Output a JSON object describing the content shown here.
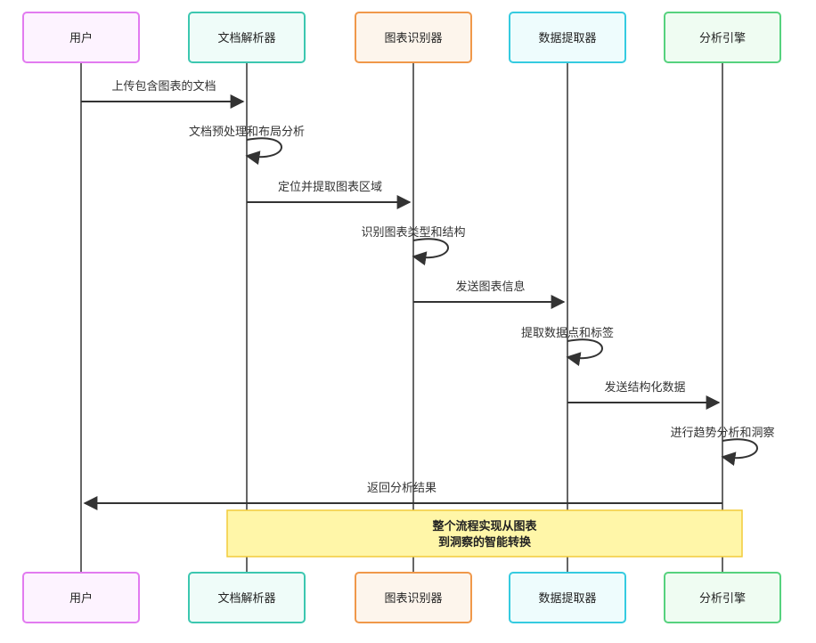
{
  "participants": [
    {
      "id": "user",
      "label": "用户",
      "fill": "#fdf3ff",
      "stroke": "#e27bf0"
    },
    {
      "id": "parser",
      "label": "文档解析器",
      "fill": "#effcf9",
      "stroke": "#3cc7b0"
    },
    {
      "id": "recognizer",
      "label": "图表识别器",
      "fill": "#fdf5ec",
      "stroke": "#f0984a"
    },
    {
      "id": "extractor",
      "label": "数据提取器",
      "fill": "#eefcfd",
      "stroke": "#35cbe0"
    },
    {
      "id": "engine",
      "label": "分析引擎",
      "fill": "#effcf2",
      "stroke": "#56d27e"
    }
  ],
  "messages": [
    {
      "from": "user",
      "to": "parser",
      "label": "上传包含图表的文档"
    },
    {
      "from": "parser",
      "to": "parser",
      "label": "文档预处理和布局分析"
    },
    {
      "from": "parser",
      "to": "recognizer",
      "label": "定位并提取图表区域"
    },
    {
      "from": "recognizer",
      "to": "recognizer",
      "label": "识别图表类型和结构"
    },
    {
      "from": "recognizer",
      "to": "extractor",
      "label": "发送图表信息"
    },
    {
      "from": "extractor",
      "to": "extractor",
      "label": "提取数据点和标签"
    },
    {
      "from": "extractor",
      "to": "engine",
      "label": "发送结构化数据"
    },
    {
      "from": "engine",
      "to": "engine",
      "label": "进行趋势分析和洞察"
    },
    {
      "from": "engine",
      "to": "user",
      "label": "返回分析结果"
    }
  ],
  "note": {
    "over": [
      "parser",
      "engine"
    ],
    "lines": [
      "整个流程实现从图表",
      "到洞察的智能转换"
    ],
    "fill": "#fff6a8",
    "stroke": "#f2cb3a"
  },
  "colors": {
    "line": "#333333",
    "label": "#333333"
  }
}
